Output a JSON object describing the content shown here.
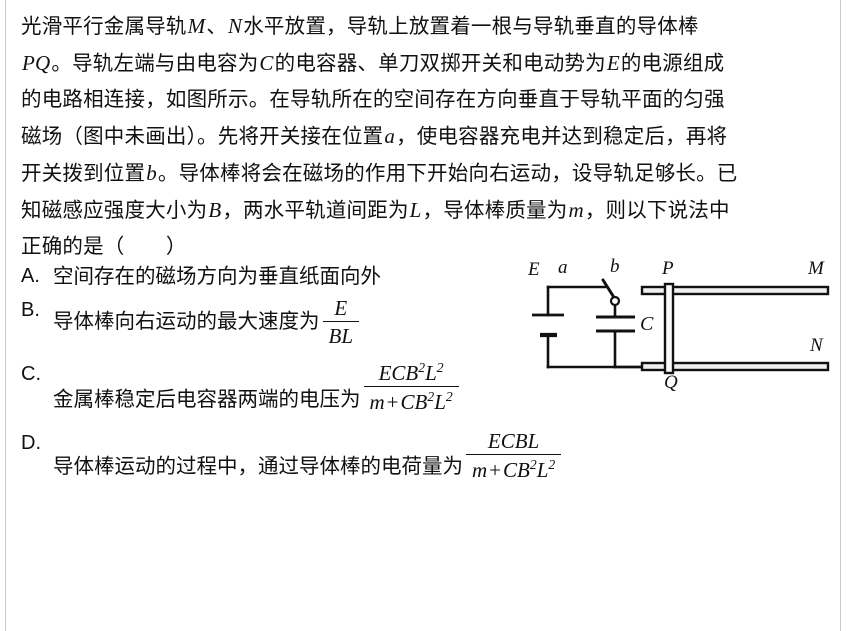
{
  "document": {
    "type": "physics-multiple-choice-question",
    "stem_lines": [
      "光滑平行金属导轨M、N水平放置，导轨上放置着一根与导轨垂直的导体棒",
      "PQ。导轨左端与由电容为C的电容器、单刀双掷开关和电动势为E的电源组成",
      "的电路相连接，如图所示。在导轨所在的空间存在方向垂直于导轨平面的匀强",
      "磁场（图中未画出）。先将开关接在位置a，使电容器充电并达到稳定后，再将",
      "开关拨到位置b。导体棒将会在磁场的作用下开始向右运动，设导轨足够长。已",
      "知磁感应强度大小为B，两水平轨道间距为L，导体棒质量为m，则以下说法中",
      "正确的是（  ）"
    ],
    "options": [
      {
        "label": "A.",
        "text": "空间存在的磁场方向为垂直纸面向外",
        "fraction": null
      },
      {
        "label": "B.",
        "text": "导体棒向右运动的最大速度为",
        "fraction": {
          "numerator": "E",
          "denominator": "BL"
        }
      },
      {
        "label": "C.",
        "text": "金属棒稳定后电容器两端的电压为",
        "fraction": {
          "numerator": "ECB²L²",
          "denominator": "m + CB²L²"
        }
      },
      {
        "label": "D.",
        "text": "导体棒运动的过程中，通过导体棒的电荷量为",
        "fraction": {
          "numerator": "ECBL",
          "denominator": "m + CB²L²"
        }
      }
    ]
  },
  "figure": {
    "name": "rails-capacitor-circuit-diagram",
    "labels": {
      "emf": "E",
      "switch_a": "a",
      "switch_b": "b",
      "capacitor": "C",
      "rod_top": "P",
      "rod_bottom": "Q",
      "rail_top": "M",
      "rail_bottom": "N"
    },
    "colors": {
      "ink": "#111111",
      "rail_fill": "#e8e8e8",
      "page_rule": "#c9c9c9",
      "background": "#ffffff"
    }
  }
}
